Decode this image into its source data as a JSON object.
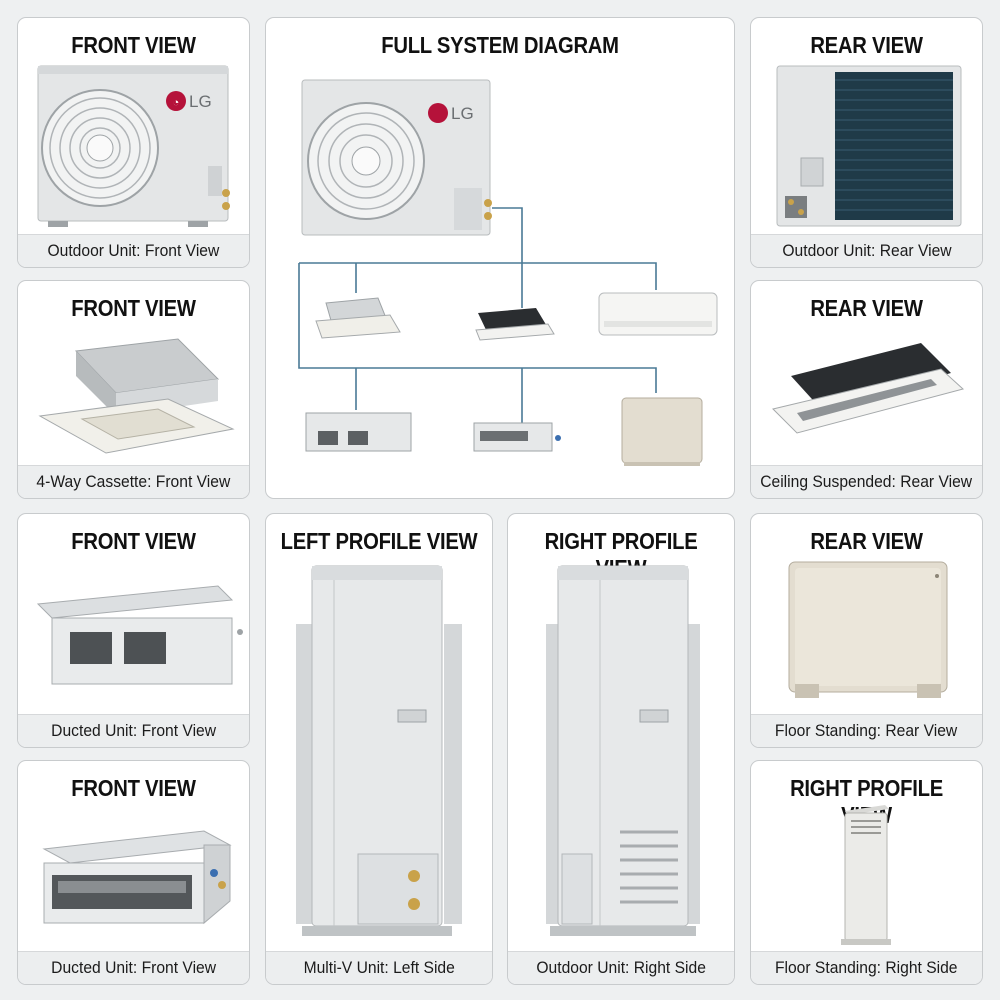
{
  "panels": {
    "outdoor_front": {
      "title": "FRONT VIEW",
      "caption": "Outdoor Unit: Front View",
      "brand": "LG"
    },
    "full_system": {
      "title": "FULL SYSTEM DIAGRAM",
      "brand": "LG"
    },
    "outdoor_rear": {
      "title": "REAR VIEW",
      "caption": "Outdoor Unit: Rear View"
    },
    "cassette_front": {
      "title": "FRONT VIEW",
      "caption": "4-Way Cassette: Front View"
    },
    "ceiling_rear": {
      "title": "REAR VIEW",
      "caption": "Ceiling Suspended: Rear View"
    },
    "ducted_front_1": {
      "title": "FRONT VIEW",
      "caption": "Ducted Unit: Front View"
    },
    "multiv_left": {
      "title": "LEFT PROFILE VIEW",
      "caption": "Multi-V Unit: Left Side"
    },
    "outdoor_right": {
      "title": "RIGHT PROFILE VIEW",
      "caption": "Outdoor Unit: Right Side"
    },
    "floor_rear": {
      "title": "REAR VIEW",
      "caption": "Floor Standing: Rear View"
    },
    "ducted_front_2": {
      "title": "FRONT VIEW",
      "caption": "Ducted Unit: Front View"
    },
    "floor_right": {
      "title": "RIGHT PROFILE VIEW",
      "caption": "Floor Standing: Right Side"
    }
  },
  "colors": {
    "background": "#eef0f1",
    "panel_border": "#c8cbcd",
    "caption_bg": "#eceeef",
    "unit_body": "#e6e8e9",
    "logo_red": "#b5123a",
    "pipe_line": "#4a7a96",
    "coil_dark": "#1f3a48",
    "floor_unit": "#e3ddd0"
  },
  "icons": [
    "lg-logo-icon",
    "fan-grille-icon",
    "coil-grille-icon",
    "pipe-valve-icon"
  ]
}
